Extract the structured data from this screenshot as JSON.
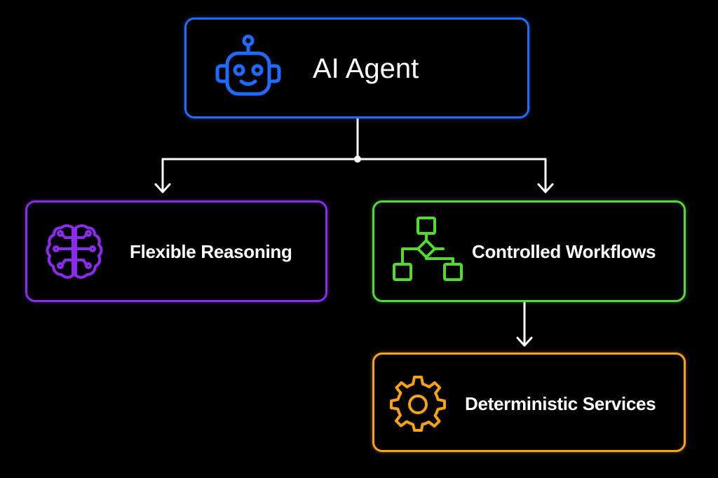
{
  "nodes": {
    "agent": {
      "label": "AI Agent",
      "icon": "robot-icon",
      "color": "#1e6bff"
    },
    "reasoning": {
      "label": "Flexible Reasoning",
      "icon": "brain-icon",
      "color": "#8b2bf0"
    },
    "workflows": {
      "label": "Controlled Workflows",
      "icon": "flowchart-icon",
      "color": "#4fdc2a"
    },
    "services": {
      "label": "Deterministic Services",
      "icon": "gear-icon",
      "color": "#f5a30e"
    }
  },
  "edges": [
    {
      "from": "AI Agent",
      "to": "Flexible Reasoning"
    },
    {
      "from": "AI Agent",
      "to": "Controlled Workflows"
    },
    {
      "from": "Controlled Workflows",
      "to": "Deterministic Services"
    }
  ],
  "connector_color": "#ffffff"
}
